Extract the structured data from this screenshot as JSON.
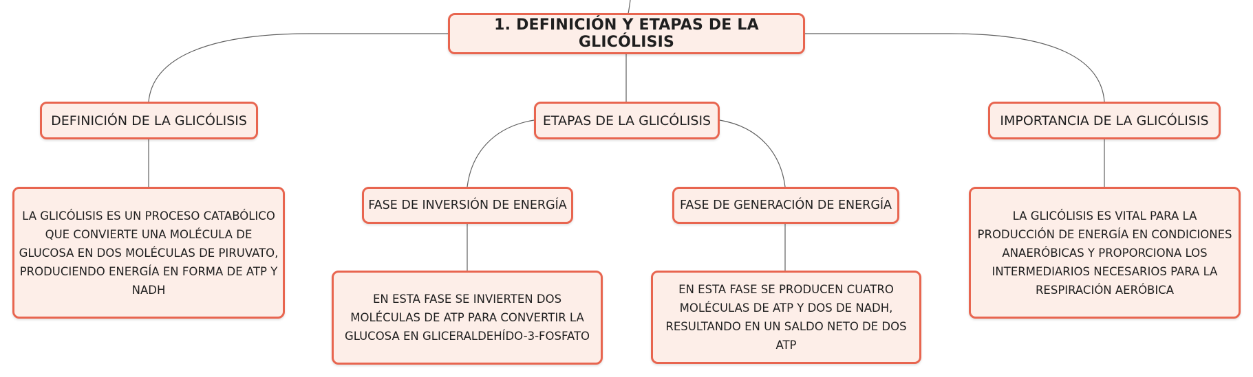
{
  "diagram": {
    "root": {
      "label": "1. DEFINICIÓN Y ETAPAS DE LA GLICÓLISIS"
    },
    "definicion": {
      "label": "DEFINICIÓN DE LA GLICÓLISIS",
      "detail": "LA GLICÓLISIS ES UN PROCESO CATABÓLICO QUE CONVIERTE UNA MOLÉCULA DE GLUCOSA EN DOS MOLÉCULAS DE PIRUVATO, PRODUCIENDO ENERGÍA EN FORMA DE ATP Y NADH"
    },
    "etapas": {
      "label": "ETAPAS DE LA GLICÓLISIS",
      "inversion": {
        "label": "FASE DE INVERSIÓN DE ENERGÍA",
        "detail": "EN ESTA FASE SE INVIERTEN DOS MOLÉCULAS DE ATP PARA CONVERTIR LA GLUCOSA EN GLICERALDEHÍDO-3-FOSFATO"
      },
      "generacion": {
        "label": "FASE DE GENERACIÓN DE ENERGÍA",
        "detail": "EN ESTA FASE SE PRODUCEN CUATRO MOLÉCULAS DE ATP Y DOS DE NADH, RESULTANDO EN UN SALDO NETO DE DOS ATP"
      }
    },
    "importancia": {
      "label": "IMPORTANCIA DE LA GLICÓLISIS",
      "detail": "LA GLICÓLISIS ES VITAL PARA LA PRODUCCIÓN DE ENERGÍA EN CONDICIONES ANAERÓBICAS Y PROPORCIONA LOS INTERMEDIARIOS NECESARIOS PARA LA RESPIRACIÓN AERÓBICA"
    },
    "colors": {
      "node_border": "#e8654f",
      "node_fill": "#fdeee8",
      "connector": "#5f5f5f",
      "text": "#1f1f1f"
    }
  }
}
